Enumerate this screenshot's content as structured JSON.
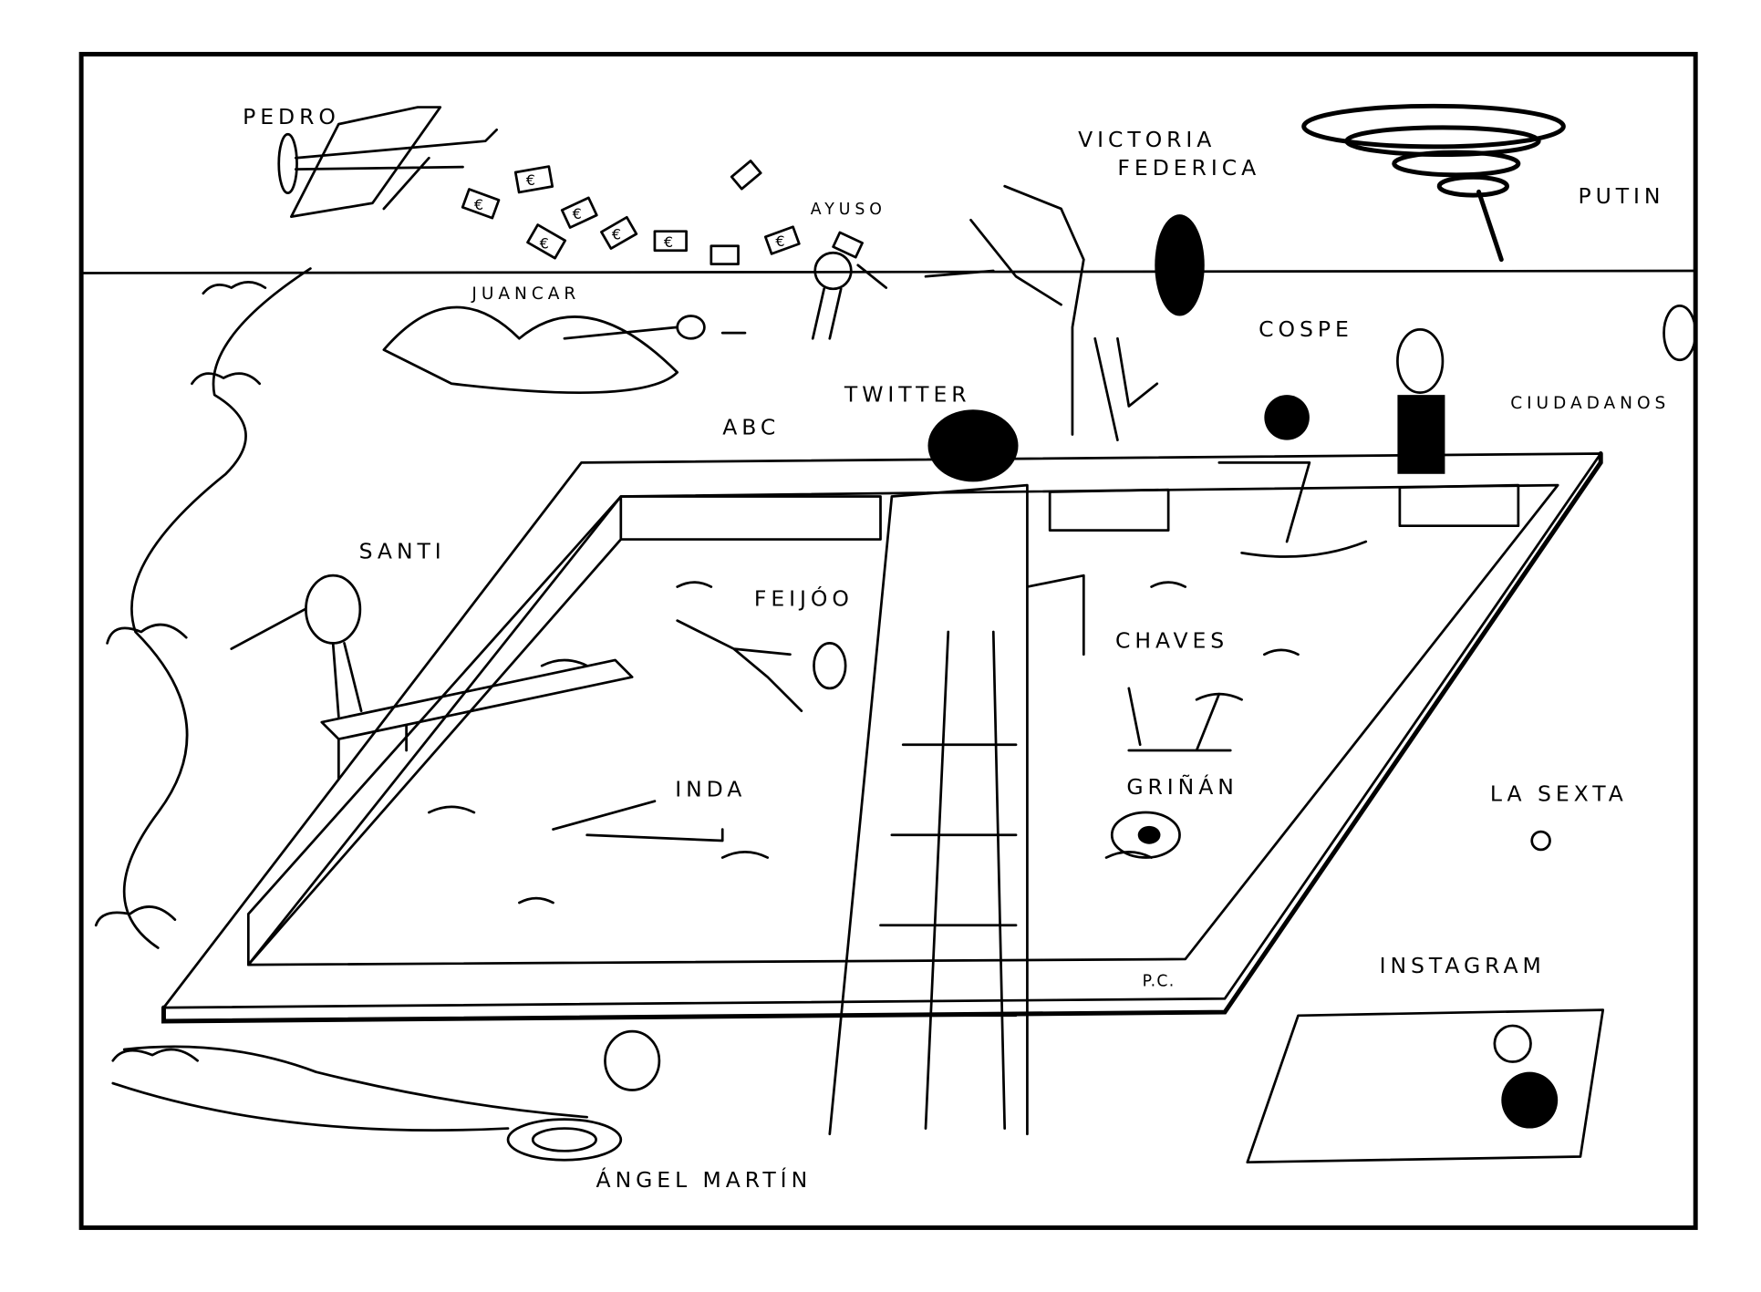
{
  "labels": {
    "pedro": "PEDRO",
    "ayuso": "AYUSO",
    "victoria": "VICTORIA",
    "federica": "FEDERICA",
    "putin": "PUTIN",
    "juancar": "JUANCAR",
    "abc": "ABC",
    "cospe": "COSPE",
    "ciudadanos": "CIUDADANOS",
    "twitter": "TWITTER",
    "santi": "SANTI",
    "feijoo": "FEIJÓO",
    "chaves": "CHAVES",
    "grinan": "GRIÑÁN",
    "inda": "INDA",
    "la_sexta": "LA SEXTA",
    "instagram": "INSTAGRAM",
    "pc": "P.C.",
    "angel_martin": "ÁNGEL MARTÍN"
  },
  "banknote_symbol": "€",
  "colors": {
    "ink": "#000000",
    "paper": "#ffffff"
  }
}
